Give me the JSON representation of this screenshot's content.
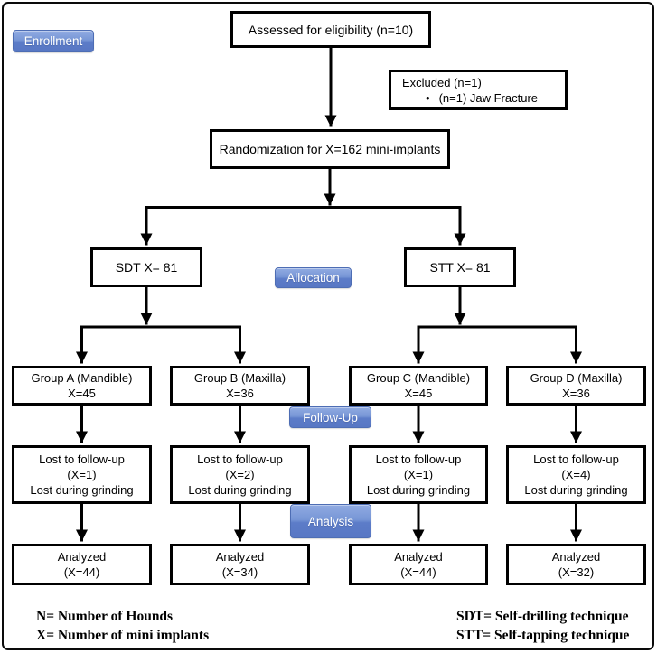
{
  "badges": {
    "enrollment": "Enrollment",
    "allocation": "Allocation",
    "followup": "Follow-Up",
    "analysis": "Analysis"
  },
  "boxes": {
    "assessed": "Assessed for eligibility (n=10)",
    "excluded": {
      "title": "Excluded (n=1)",
      "bullet": "•",
      "item": "(n=1) Jaw Fracture"
    },
    "randomization": "Randomization for X=162 mini-implants",
    "sdt": "SDT X= 81",
    "stt": "STT X= 81",
    "groups": [
      {
        "line1": "Group A (Mandible)",
        "line2": "X=45"
      },
      {
        "line1": "Group B (Maxilla)",
        "line2": "X=36"
      },
      {
        "line1": "Group C (Mandible)",
        "line2": "X=45"
      },
      {
        "line1": "Group D (Maxilla)",
        "line2": "X=36"
      }
    ],
    "lost": [
      {
        "line1": "Lost to follow-up",
        "line2": "(X=1)",
        "line3": "Lost during grinding"
      },
      {
        "line1": "Lost to follow-up",
        "line2": "(X=2)",
        "line3": "Lost during grinding"
      },
      {
        "line1": "Lost to follow-up",
        "line2": "(X=1)",
        "line3": "Lost during grinding"
      },
      {
        "line1": "Lost to follow-up",
        "line2": "(X=4)",
        "line3": "Lost during grinding"
      }
    ],
    "analyzed": [
      {
        "line1": "Analyzed",
        "line2": "(X=44)"
      },
      {
        "line1": "Analyzed",
        "line2": "(X=34)"
      },
      {
        "line1": "Analyzed",
        "line2": "(X=44)"
      },
      {
        "line1": "Analyzed",
        "line2": "(X=32)"
      }
    ]
  },
  "legend": {
    "left": [
      "N= Number of Hounds",
      "X= Number of mini implants"
    ],
    "right": [
      "SDT= Self-drilling technique",
      "STT= Self-tapping technique"
    ]
  },
  "colors": {
    "line": "#000000",
    "badge_top": "#91abe2",
    "badge_bottom": "#5877c4",
    "box_border": "#000000"
  }
}
